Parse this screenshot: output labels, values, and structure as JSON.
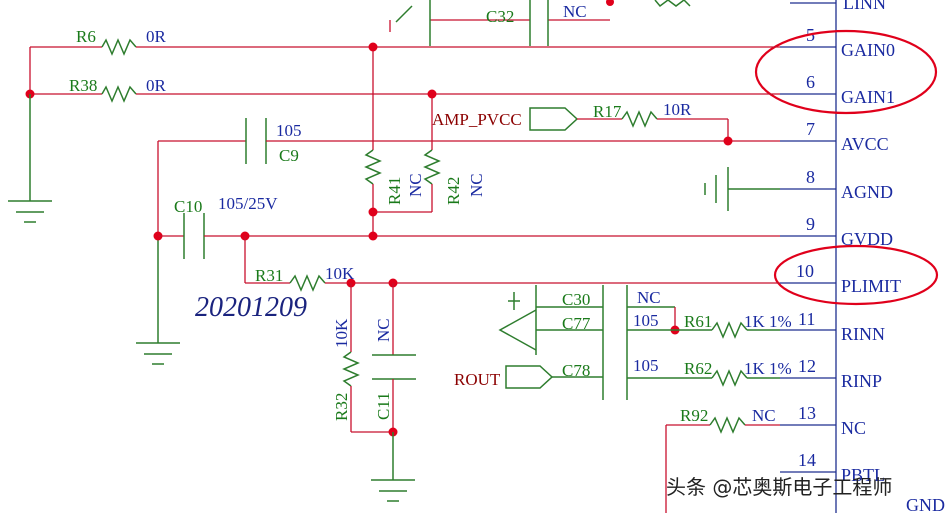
{
  "pins": [
    {
      "num": "5",
      "name": "GAIN0"
    },
    {
      "num": "6",
      "name": "GAIN1"
    },
    {
      "num": "7",
      "name": "AVCC"
    },
    {
      "num": "8",
      "name": "AGND"
    },
    {
      "num": "9",
      "name": "GVDD"
    },
    {
      "num": "10",
      "name": "PLIMIT"
    },
    {
      "num": "11",
      "name": "RINN"
    },
    {
      "num": "12",
      "name": "RINP"
    },
    {
      "num": "13",
      "name": "NC"
    },
    {
      "num": "14",
      "name": "PBTL"
    }
  ],
  "top_clipped": {
    "pin_name": "LINN",
    "gnd_bottom": "GND"
  },
  "components": {
    "r6": {
      "ref": "R6",
      "value": "0R"
    },
    "r38": {
      "ref": "R38",
      "value": "0R"
    },
    "r17": {
      "ref": "R17",
      "value": "10R"
    },
    "c9": {
      "ref": "C9",
      "value": "105"
    },
    "c10": {
      "ref": "C10",
      "value": "105/25V"
    },
    "r41": {
      "ref": "R41",
      "value": "NC"
    },
    "r42": {
      "ref": "R42",
      "value": "NC"
    },
    "r31": {
      "ref": "R31",
      "value": "10K"
    },
    "r32": {
      "ref": "R32",
      "value": "10K"
    },
    "c11": {
      "ref": "C11",
      "value": "NC"
    },
    "c30": {
      "ref": "C30",
      "value": "NC"
    },
    "c77": {
      "ref": "C77",
      "value": "105"
    },
    "c78": {
      "ref": "C78",
      "value": "105"
    },
    "r61": {
      "ref": "R61",
      "value": "1K 1%"
    },
    "r62": {
      "ref": "R62",
      "value": "1K 1%"
    },
    "r92": {
      "ref": "R92",
      "value": "NC"
    },
    "c32": {
      "ref": "C32",
      "value": "NC"
    }
  },
  "nets": {
    "amp_pvcc": "AMP_PVCC",
    "rout": "ROUT"
  },
  "annotation": {
    "date": "20201209"
  },
  "watermark": "头条 @芯奥斯电子工程师",
  "highlight_color": "#e0001b",
  "wire_color": "#c8102e",
  "component_color": "#2e7d2e"
}
